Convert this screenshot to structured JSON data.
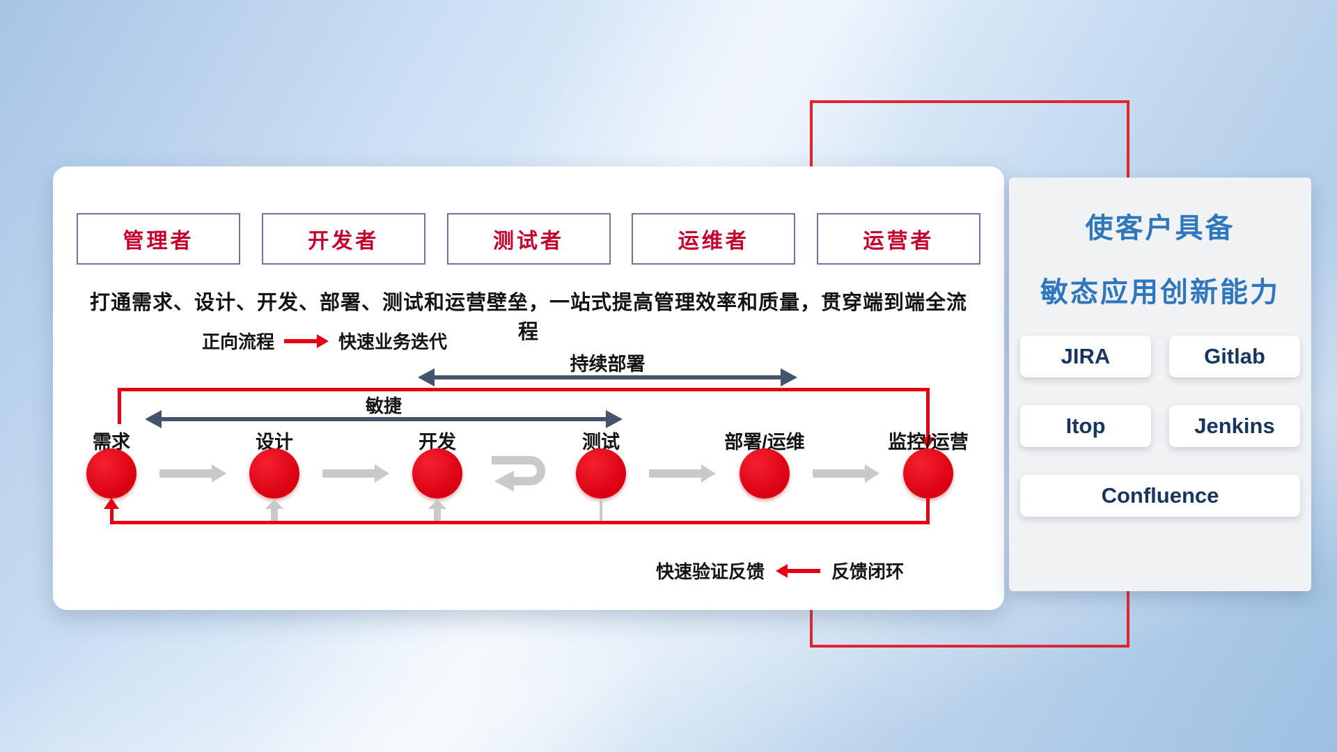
{
  "roles": [
    "管理者",
    "开发者",
    "测试者",
    "运维者",
    "运营者"
  ],
  "description": "打通需求、设计、开发、部署、测试和运营壁垒，一站式提高管理效率和质量，贯穿端到端全流程",
  "legend_forward": {
    "label": "正向流程",
    "text": "快速业务迭代"
  },
  "flow": {
    "continuous_deploy": "持续部署",
    "agile": "敏捷",
    "stages": [
      "需求",
      "设计",
      "开发",
      "测试",
      "部署/运维",
      "监控/运营"
    ]
  },
  "legend_feedback": {
    "text": "快速验证反馈",
    "label": "反馈闭环"
  },
  "panel": {
    "title_line1": "使客户具备",
    "title_line2": "敏态应用创新能力",
    "tools": [
      "JIRA",
      "Gitlab",
      "Itop",
      "Jenkins",
      "Confluence"
    ]
  },
  "colors": {
    "accent_red": "#e60012",
    "dark_arrow": "#44546a",
    "gray_arrow": "#c9c9c9",
    "title_blue": "#2f77bd",
    "tool_text": "#17365d",
    "role_text": "#c3002d"
  }
}
